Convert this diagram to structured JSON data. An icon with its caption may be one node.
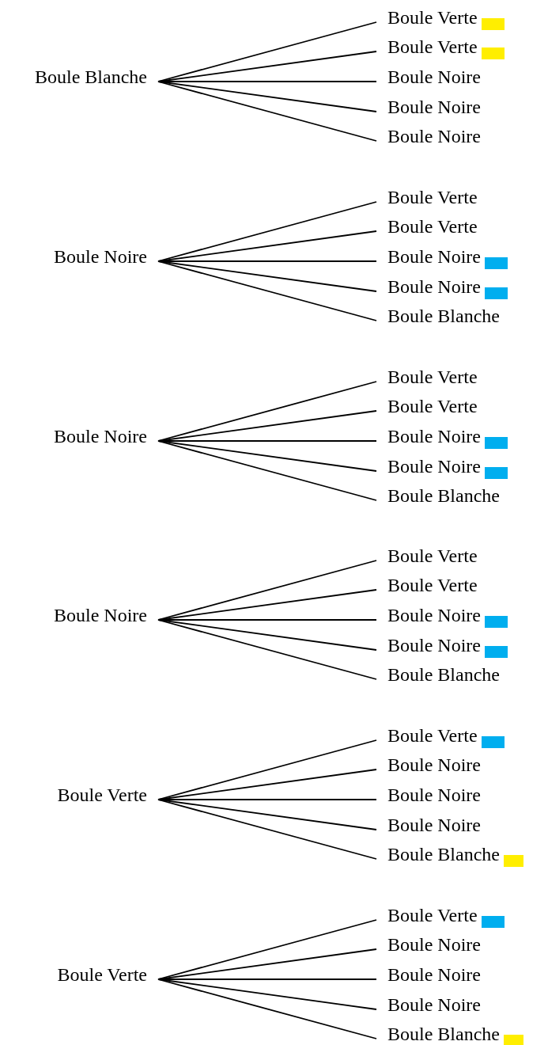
{
  "diagram": {
    "nodes": [
      {
        "text": [
          "Boule Blanche"
        ]
      },
      {
        "text": [
          "Boule Verte"
        ]
      },
      {
        "text": [
          "Boule Verte"
        ]
      },
      {
        "text": [
          "Boule Noire"
        ]
      },
      {
        "text": [
          "Boule Noire"
        ]
      },
      {
        "text": [
          "Boule Noire"
        ]
      },
      {
        "text": [
          "Boule Noire"
        ]
      },
      {
        "text": [
          "Boule Verte"
        ]
      },
      {
        "text": [
          "Boule Verte"
        ]
      },
      {
        "text": [
          "Boule Noire"
        ]
      },
      {
        "text": [
          "Boule Noire"
        ]
      },
      {
        "text": [
          "Boule Blanche"
        ]
      },
      {
        "text": [
          "Boule Noire"
        ]
      },
      {
        "text": [
          "Boule Verte"
        ]
      },
      {
        "text": [
          "Boule Verte"
        ]
      },
      {
        "text": [
          "Boule Noire"
        ]
      },
      {
        "text": [
          "Boule Noire"
        ]
      },
      {
        "text": [
          "Boule Blanche"
        ]
      },
      {
        "text": [
          "Boule Noire"
        ]
      },
      {
        "text": [
          "Boule Verte"
        ]
      },
      {
        "text": [
          "Boule Verte"
        ]
      },
      {
        "text": [
          "Boule Noire"
        ]
      },
      {
        "text": [
          "Boule Noire"
        ]
      },
      {
        "text": [
          "Boule Blanche"
        ]
      },
      {
        "text": [
          "Boule Verte"
        ]
      },
      {
        "text": [
          "Boule Verte"
        ]
      },
      {
        "text": [
          "Boule Noire"
        ]
      },
      {
        "text": [
          "Boule Noire"
        ]
      },
      {
        "text": [
          "Boule Noire"
        ]
      },
      {
        "text": [
          "Boule Blanche"
        ]
      },
      {
        "text": [
          "Boule Verte"
        ]
      },
      {
        "text": [
          "Boule Verte"
        ]
      },
      {
        "text": [
          "Boule Noire"
        ]
      },
      {
        "text": [
          "Boule Noire"
        ]
      },
      {
        "text": [
          "Boule Noire"
        ]
      },
      {
        "text": [
          "Boule Blanche"
        ]
      }
    ],
    "edges": [
      {
        "from": 0,
        "to": 1,
        "arrow": "none"
      },
      {
        "from": 0,
        "to": 2,
        "arrow": "none"
      },
      {
        "from": 0,
        "to": 3,
        "arrow": "none"
      },
      {
        "from": 0,
        "to": 4,
        "arrow": "none"
      },
      {
        "from": 0,
        "to": 5,
        "arrow": "none"
      },
      {
        "from": 6,
        "to": 7,
        "arrow": "none"
      },
      {
        "from": 6,
        "to": 8,
        "arrow": "none"
      },
      {
        "from": 6,
        "to": 9,
        "arrow": "none"
      },
      {
        "from": 6,
        "to": 10,
        "arrow": "none"
      },
      {
        "from": 6,
        "to": 11,
        "arrow": "none"
      },
      {
        "from": 12,
        "to": 13,
        "arrow": "none"
      },
      {
        "from": 12,
        "to": 14,
        "arrow": "none"
      },
      {
        "from": 12,
        "to": 15,
        "arrow": "none"
      },
      {
        "from": 12,
        "to": 16,
        "arrow": "none"
      },
      {
        "from": 12,
        "to": 17,
        "arrow": "none"
      },
      {
        "from": 18,
        "to": 19,
        "arrow": "none"
      },
      {
        "from": 18,
        "to": 20,
        "arrow": "none"
      },
      {
        "from": 18,
        "to": 21,
        "arrow": "none"
      },
      {
        "from": 18,
        "to": 22,
        "arrow": "none"
      },
      {
        "from": 18,
        "to": 23,
        "arrow": "none"
      },
      {
        "from": 24,
        "to": 25,
        "arrow": "none"
      },
      {
        "from": 24,
        "to": 26,
        "arrow": "none"
      },
      {
        "from": 24,
        "to": 27,
        "arrow": "none"
      },
      {
        "from": 24,
        "to": 28,
        "arrow": "none"
      },
      {
        "from": 24,
        "to": 29,
        "arrow": "none"
      },
      {
        "from": 30,
        "to": 31,
        "arrow": "none"
      },
      {
        "from": 30,
        "to": 32,
        "arrow": "none"
      },
      {
        "from": 30,
        "to": 33,
        "arrow": "none"
      },
      {
        "from": 30,
        "to": 34,
        "arrow": "none"
      },
      {
        "from": 30,
        "to": 35,
        "arrow": "none"
      }
    ]
  }
}
